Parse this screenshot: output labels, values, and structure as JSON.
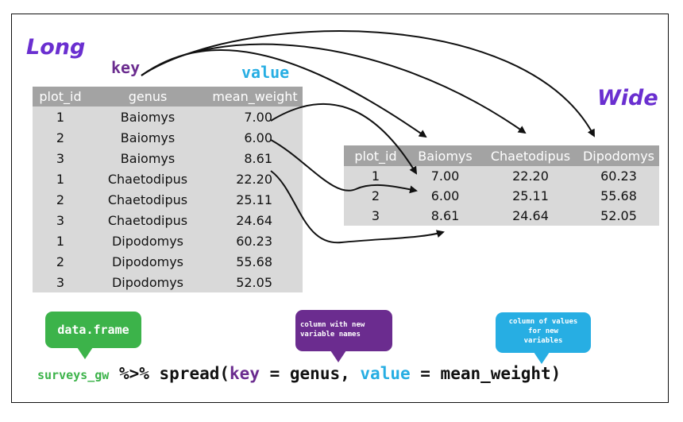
{
  "labels": {
    "long_title": "Long",
    "wide_title": "Wide",
    "key_label": "key",
    "value_label": "value"
  },
  "long_table": {
    "headers": [
      "plot_id",
      "genus",
      "mean_weight"
    ],
    "rows": [
      [
        "1",
        "Baiomys",
        "7.00"
      ],
      [
        "2",
        "Baiomys",
        "6.00"
      ],
      [
        "3",
        "Baiomys",
        "8.61"
      ],
      [
        "1",
        "Chaetodipus",
        "22.20"
      ],
      [
        "2",
        "Chaetodipus",
        "25.11"
      ],
      [
        "3",
        "Chaetodipus",
        "24.64"
      ],
      [
        "1",
        "Dipodomys",
        "60.23"
      ],
      [
        "2",
        "Dipodomys",
        "55.68"
      ],
      [
        "3",
        "Dipodomys",
        "52.05"
      ]
    ]
  },
  "wide_table": {
    "headers": [
      "plot_id",
      "Baiomys",
      "Chaetodipus",
      "Dipodomys"
    ],
    "rows": [
      [
        "1",
        "7.00",
        "22.20",
        "60.23"
      ],
      [
        "2",
        "6.00",
        "25.11",
        "55.68"
      ],
      [
        "3",
        "8.61",
        "24.64",
        "52.05"
      ]
    ]
  },
  "bubbles": {
    "data_frame": "data.frame",
    "key_line1": "column with new",
    "key_line2": "variable names",
    "value_line1": "column of values",
    "value_line2": "for new",
    "value_line3": "variables"
  },
  "code": {
    "object": "surveys_gw",
    "pipe": " %>% spread(",
    "key_kw": "key",
    "eq1": " = genus, ",
    "value_kw": "value",
    "eq2": " = mean_weight)"
  },
  "colors": {
    "title_purple": "#6a2fd0",
    "key_purple": "#6b2c8f",
    "value_blue": "#27aee3",
    "frame_green": "#3cb34a",
    "header_gray": "#a3a3a3",
    "cell_gray": "#d9d9d9"
  }
}
